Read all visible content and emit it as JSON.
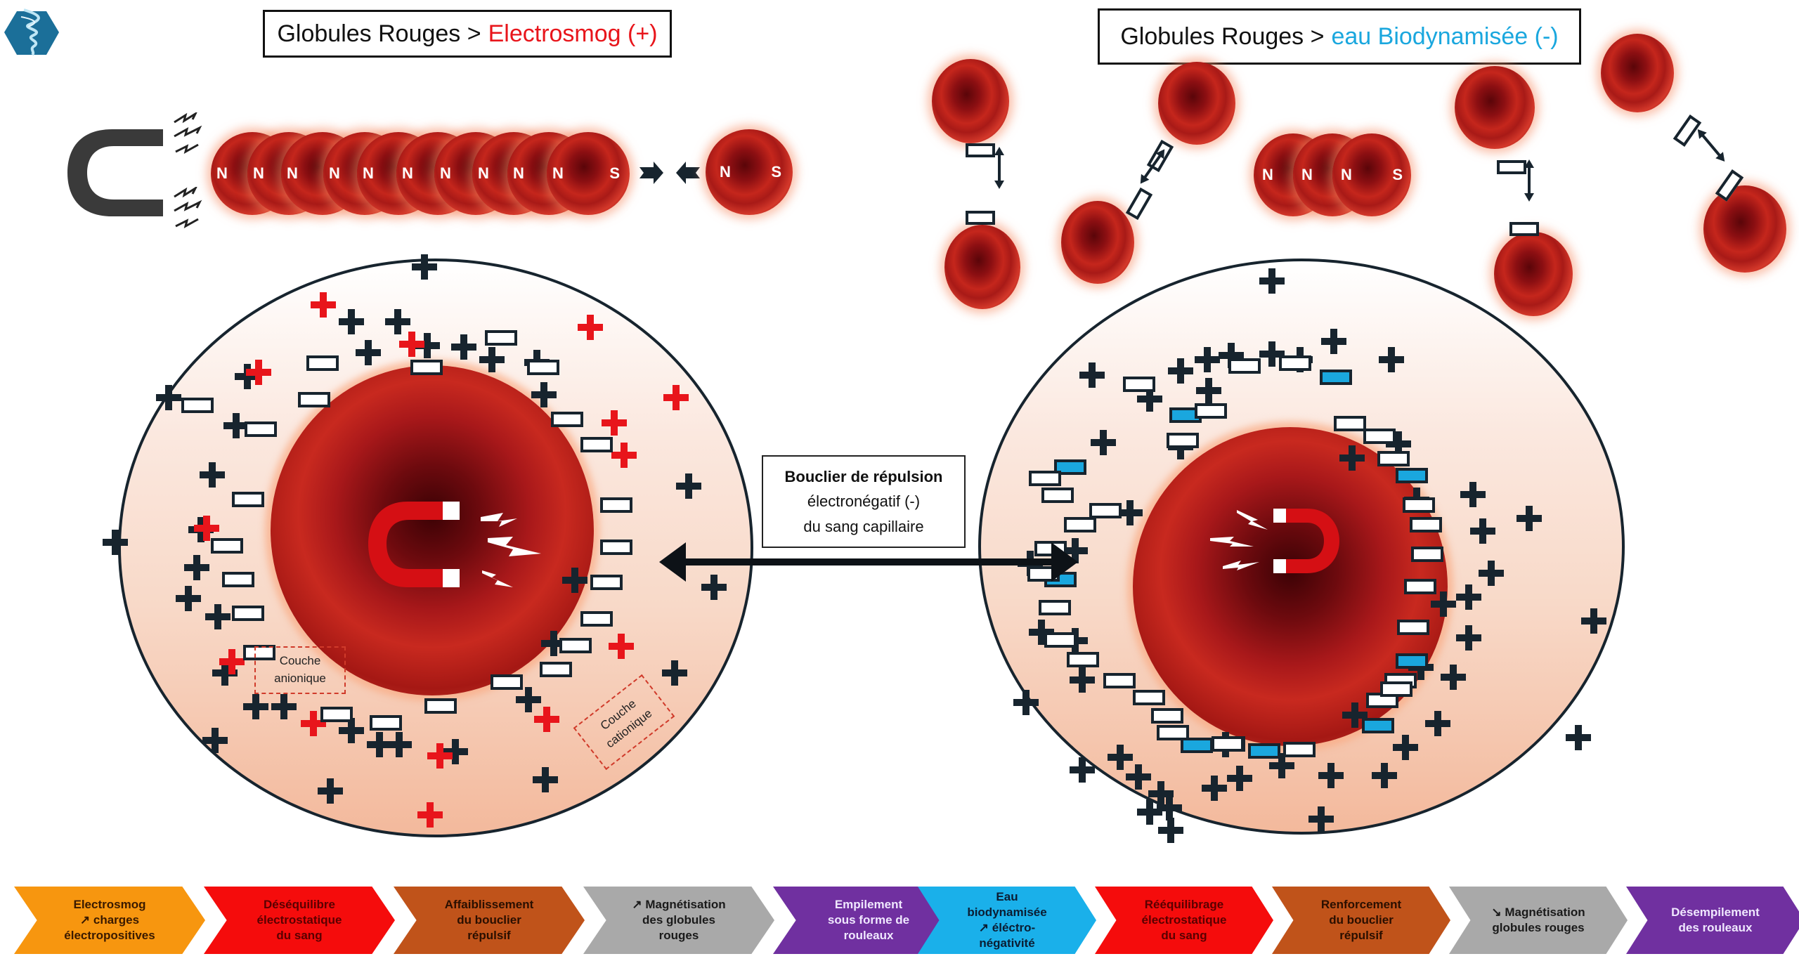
{
  "logo": {
    "icon": "tornado-hexagon-logo",
    "color": "#1b6f99"
  },
  "titles": {
    "left": {
      "prefix": "Globules Rouges >",
      "accent": "Electrosmog (+)",
      "accent_color": "#e8151b"
    },
    "right": {
      "prefix": "Globules Rouges >",
      "accent": "eau Biodynamisée (-)",
      "accent_color": "#1aa7de"
    }
  },
  "left_stack": {
    "magnet_icon": "horseshoe-magnet-icon",
    "cells_in_stack": [
      "N",
      "N",
      "N",
      "N",
      "N",
      "N",
      "N",
      "N",
      "N",
      "N"
    ],
    "stack_end_pole": "S",
    "arrows": "attraction-arrows",
    "single_cell": {
      "north": "N",
      "south": "S"
    }
  },
  "right_cells": {
    "small_stack_poles": [
      "N",
      "N",
      "N"
    ],
    "small_stack_end": "S",
    "repelling_pairs": 4
  },
  "center_label": {
    "line1": "Bouclier de répulsion",
    "line2": "électronégatif (-)",
    "line3": "du sang capillaire"
  },
  "left_circle_labels": {
    "anionic": {
      "line1": "Couche",
      "line2": "anionique"
    },
    "cationic": {
      "line1": "Couche",
      "line2": "cationique"
    }
  },
  "colors": {
    "dark_charge": "#17242e",
    "red_charge": "#e8151b",
    "blue_charge": "#1aa7de"
  },
  "process_left": [
    {
      "text": "Electrosmog\n↗ charges\nélectropositives",
      "color": "#f7960f",
      "text_color": "#3a1a00"
    },
    {
      "text": "Déséquilibre\nélectrostatique\ndu sang",
      "color": "#f50c0c",
      "text_color": "#5a0000"
    },
    {
      "text": "Affaiblissement\ndu bouclier\nrépulsif",
      "color": "#c0531a",
      "text_color": "#2a0f00"
    },
    {
      "text": "↗ Magnétisation\ndes globules\nrouges",
      "color": "#a9a9a9",
      "text_color": "#1a1a1a"
    },
    {
      "text": "Empilement\nsous forme de\nrouleaux",
      "color": "#7030a0",
      "text_color": "#f0e8ff"
    }
  ],
  "process_right": [
    {
      "text": "Eau\nbiodynamisée\n↗ éléctro-\nnégativité",
      "color": "#1ab0ea",
      "text_color": "#0b1d33"
    },
    {
      "text": "Rééquilibrage\nélectrostatique\ndu sang",
      "color": "#f50c0c",
      "text_color": "#5a0000"
    },
    {
      "text": "Renforcement\ndu bouclier\nrépulsif",
      "color": "#c0531a",
      "text_color": "#2a0f00"
    },
    {
      "text": "↘ Magnétisation\nglobules rouges",
      "color": "#a9a9a9",
      "text_color": "#1a1a1a"
    },
    {
      "text": "Désempilement\ndes rouleaux",
      "color": "#7030a0",
      "text_color": "#f0e8ff"
    }
  ]
}
